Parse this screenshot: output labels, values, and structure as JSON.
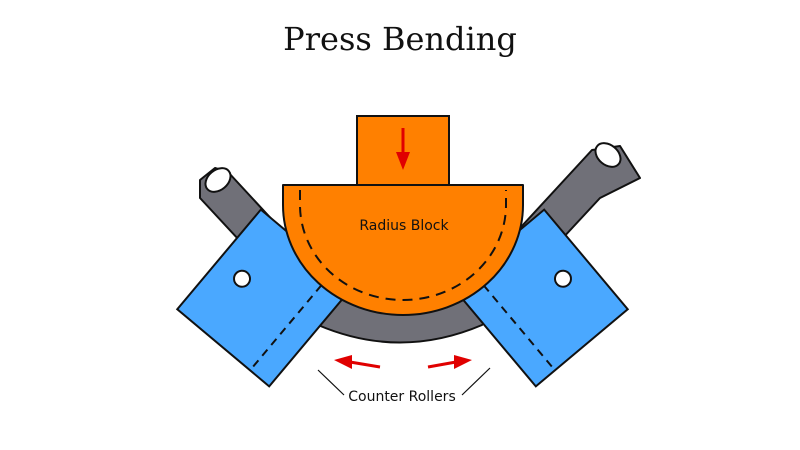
{
  "title": "Press Bending",
  "labels": {
    "radius_block": "Radius Block",
    "counter_rollers": "Counter Rollers"
  },
  "colors": {
    "background": "#ffffff",
    "radius_block": "#ff8000",
    "tube": "#707078",
    "counter_roller": "#4aa8ff",
    "arrow": "#e00000",
    "outline": "#111111"
  },
  "icons": {
    "press_direction": "down-arrow-icon",
    "roller_motion_left": "left-arrow-icon",
    "roller_motion_right": "right-arrow-icon"
  }
}
